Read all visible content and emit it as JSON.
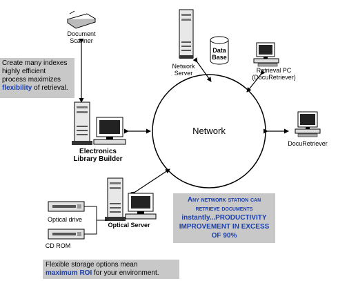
{
  "center": {
    "label": "Network"
  },
  "devices": {
    "scanner": {
      "label_line1": "Document",
      "label_line2": "Scanner"
    },
    "network_server": {
      "label_line1": "Network",
      "label_line2": "Server"
    },
    "database": {
      "label_line1": "Data",
      "label_line2": "Base"
    },
    "retrieval_pc": {
      "label_line1": "Retrieval PC",
      "label_line2": "(DocuRetriever)"
    },
    "docuretriever": {
      "label": "DocuRetriever"
    },
    "library_builder": {
      "label_line1": "Electronics",
      "label_line2": "Library Builder"
    },
    "optical_server": {
      "label": "Optical Server"
    },
    "optical_drive": {
      "label": "Optical drive"
    },
    "cd_rom": {
      "label": "CD ROM"
    }
  },
  "callouts": {
    "indexes": {
      "line1": "Create many indexes",
      "line2": "highly efficient",
      "line3": "process maximizes",
      "highlight": "flexibility",
      "tail": " of retrieval."
    },
    "productivity": {
      "line1": "Any network station can",
      "line2": "retrieve documents",
      "line3": "instantly...PRODUCTIVITY",
      "line4": "IMPROVEMENT IN EXCESS",
      "line5": "OF 90%"
    },
    "storage": {
      "line1": "Flexible storage options mean",
      "highlight": "maximum ROI",
      "tail": " for your environment."
    }
  },
  "colors": {
    "callout_bg": "#c8c8c8",
    "highlight": "#1a3fae"
  }
}
